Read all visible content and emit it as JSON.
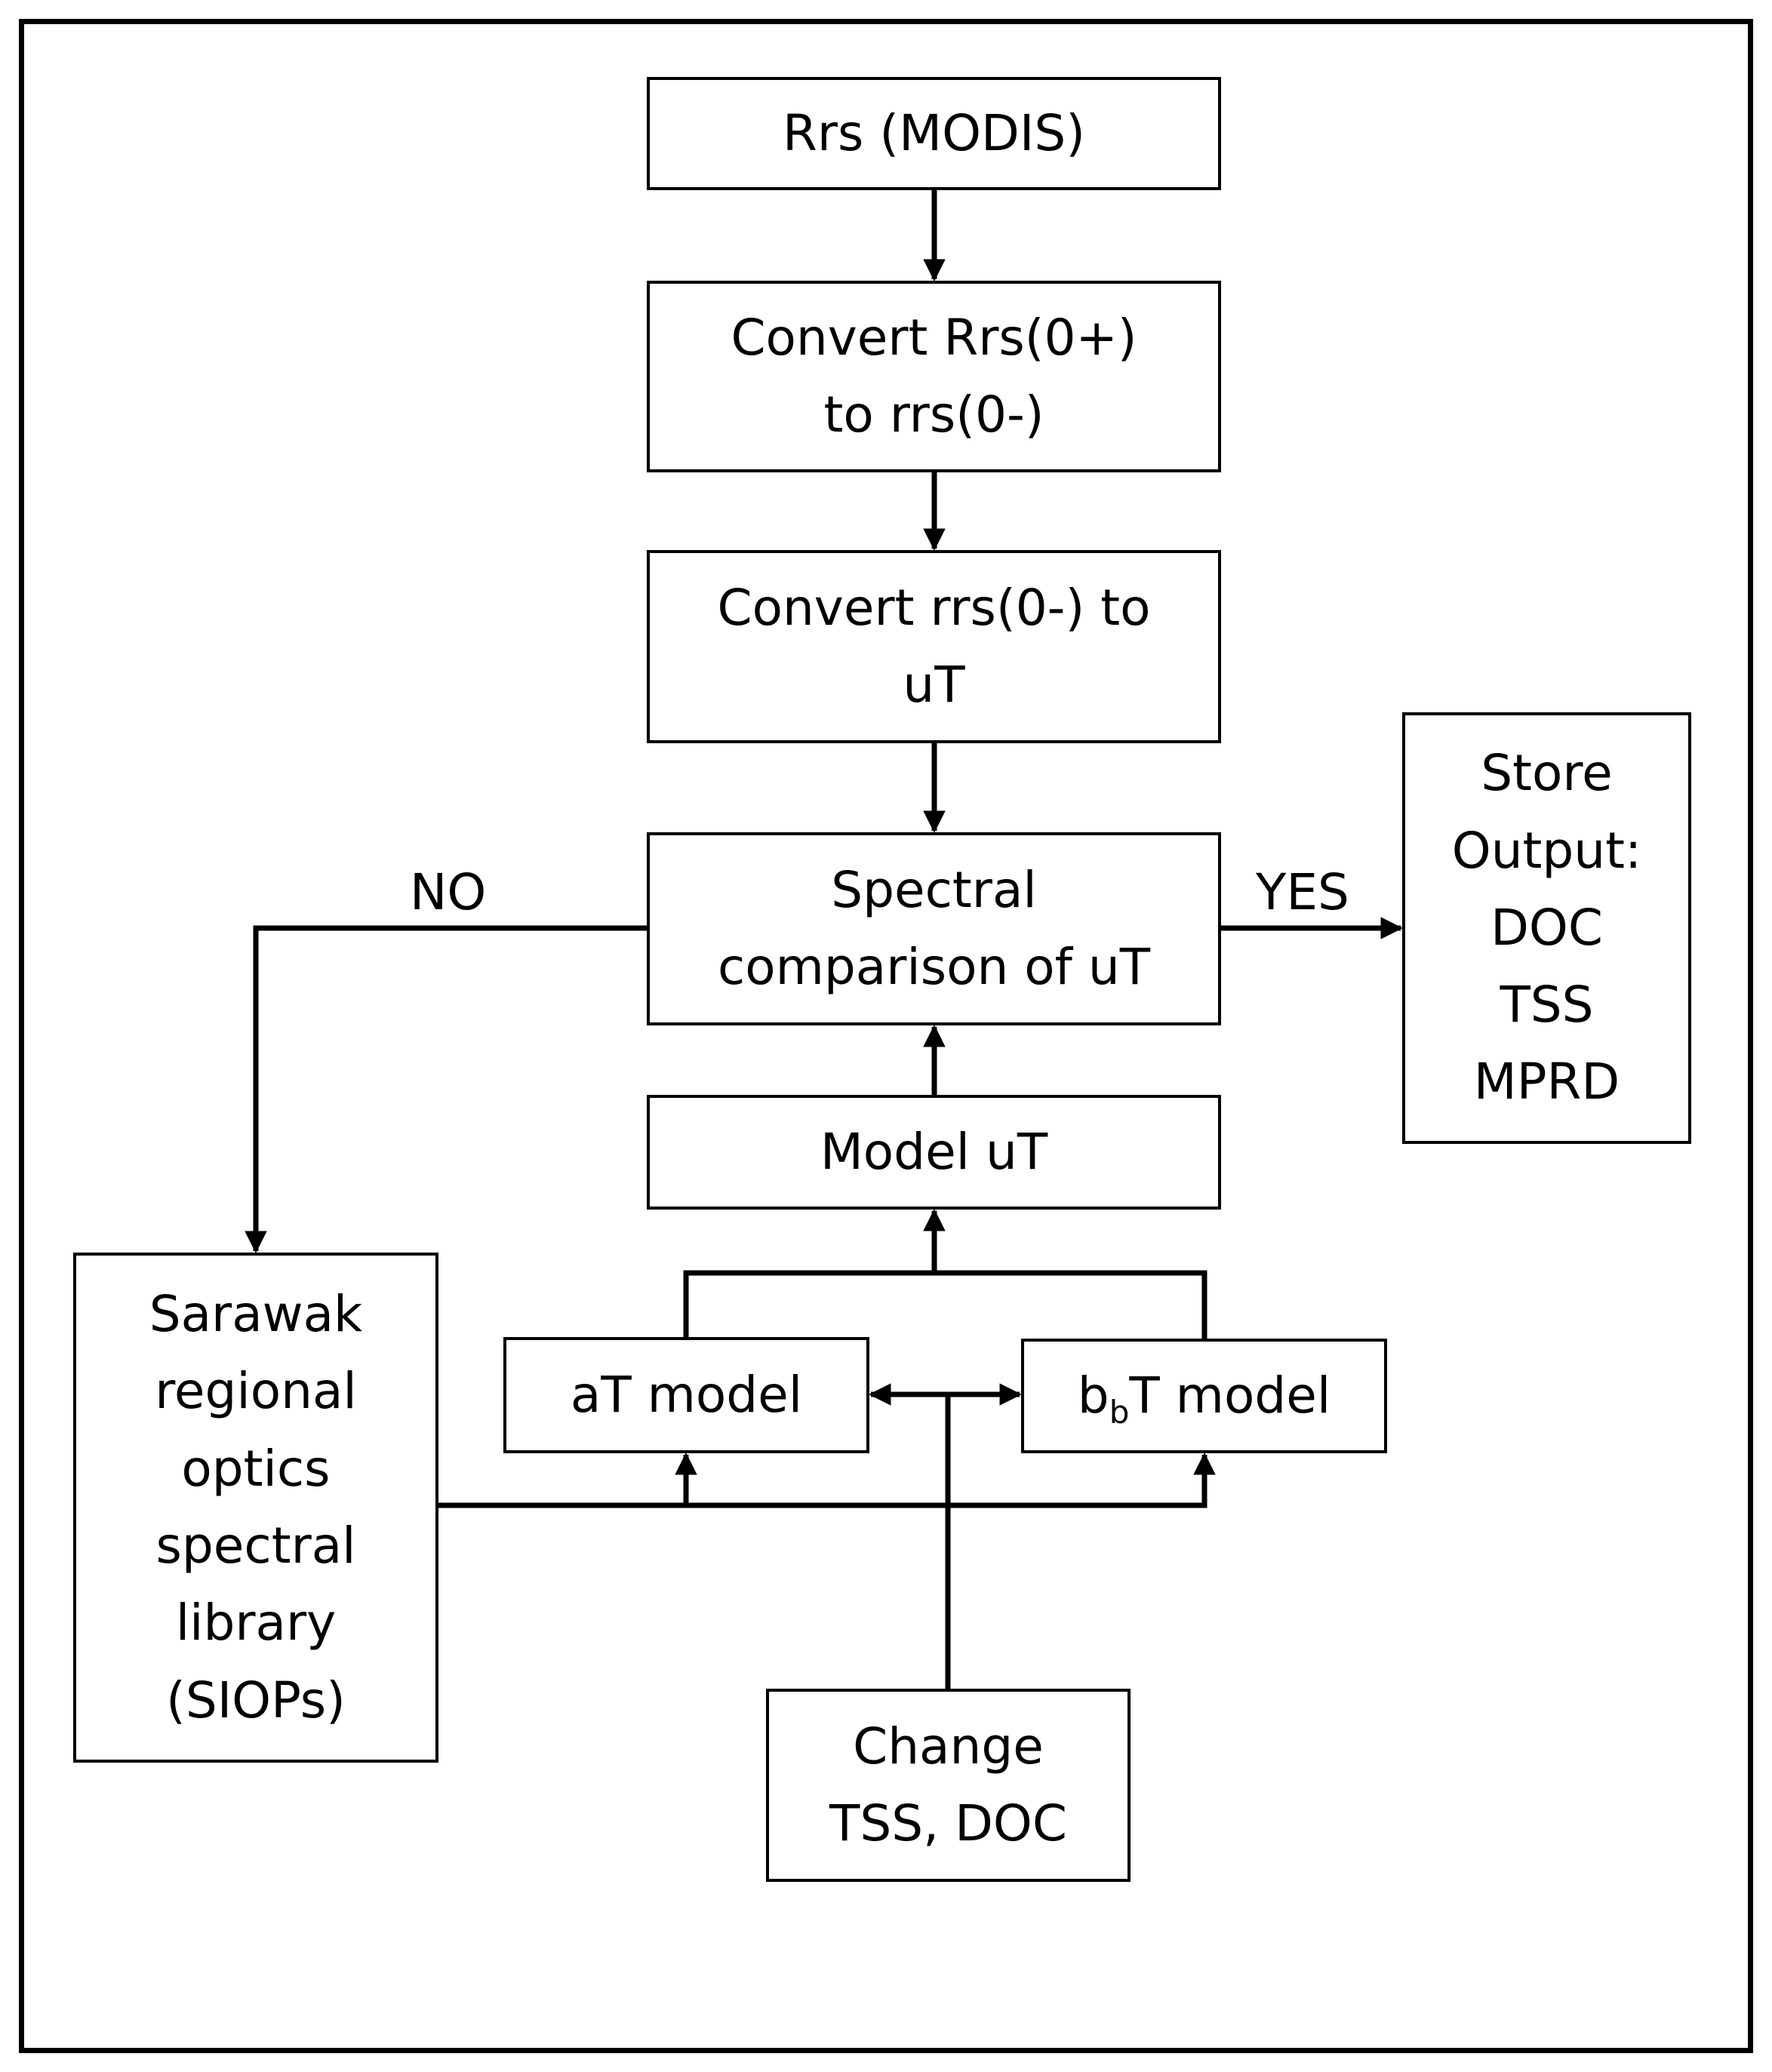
{
  "diagram": {
    "nodes": {
      "rrs": {
        "lines": [
          "Rrs (MODIS)"
        ]
      },
      "convert1": {
        "lines": [
          "Convert Rrs(0+)",
          "to rrs(0-)"
        ]
      },
      "convert2": {
        "lines": [
          "Convert rrs(0-) to",
          "uT"
        ]
      },
      "spectral": {
        "lines": [
          "Spectral",
          "comparison of uT"
        ]
      },
      "model": {
        "lines": [
          "Model uT"
        ]
      },
      "store": {
        "lines": [
          "Store",
          "Output:",
          "DOC",
          "TSS",
          "MPRD"
        ]
      },
      "sarawak": {
        "lines": [
          "Sarawak",
          "regional",
          "optics",
          "spectral",
          "library",
          "(SIOPs)"
        ]
      },
      "at": {
        "lines": [
          "aT model"
        ]
      },
      "bbt": {
        "base": "b",
        "subscript": "b",
        "rest": "T model"
      },
      "change": {
        "lines": [
          "Change",
          "TSS, DOC"
        ]
      }
    },
    "edge_labels": {
      "no": "NO",
      "yes": "YES"
    },
    "edges": [
      {
        "from": "rrs",
        "to": "convert1"
      },
      {
        "from": "convert1",
        "to": "convert2"
      },
      {
        "from": "convert2",
        "to": "spectral"
      },
      {
        "from": "spectral",
        "to": "store",
        "label": "YES"
      },
      {
        "from": "spectral",
        "to": "sarawak",
        "label": "NO"
      },
      {
        "from": "model",
        "to": "spectral"
      },
      {
        "from": "at",
        "to": "model"
      },
      {
        "from": "bbt",
        "to": "model"
      },
      {
        "from": "sarawak",
        "to": "at"
      },
      {
        "from": "sarawak",
        "to": "bbt"
      },
      {
        "from": "change",
        "to": "at"
      },
      {
        "from": "change",
        "to": "bbt"
      }
    ]
  }
}
